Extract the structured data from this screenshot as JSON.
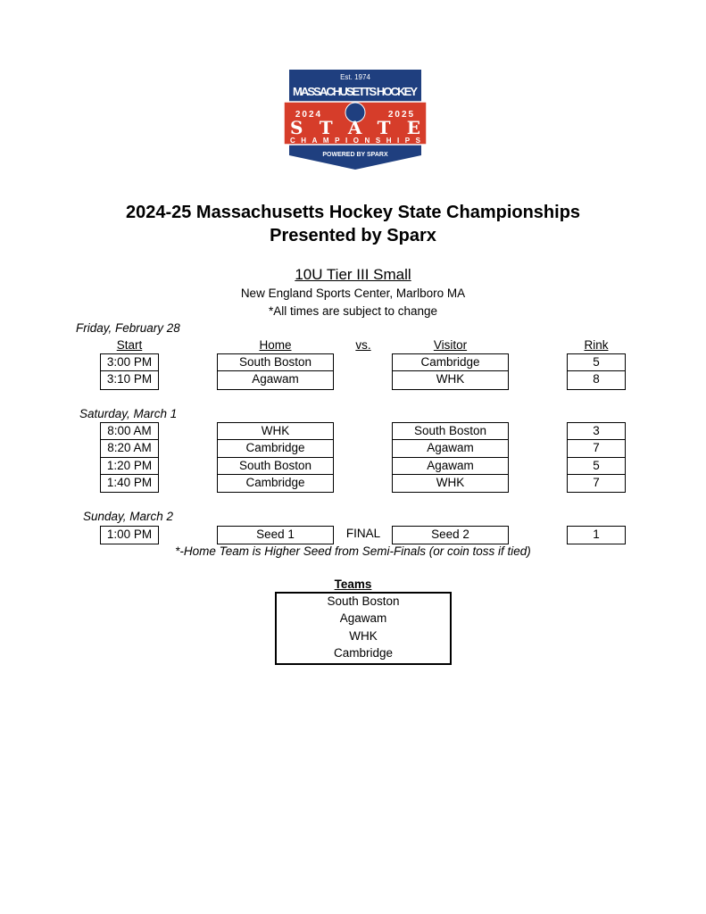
{
  "logo": {
    "est": "Est. 1974",
    "org": "MASSACHUSETTS HOCKEY",
    "year_left": "2024",
    "year_right": "2025",
    "state": "STATE",
    "champ": "CHAMPIONSHIPS",
    "powered": "POWERED BY SPARX",
    "colors": {
      "blue": "#1f3f7f",
      "red": "#d63d2a"
    }
  },
  "title_line1": "2024-25 Massachusetts Hockey State Championships",
  "title_line2": "Presented by Sparx",
  "division": "10U Tier III Small",
  "venue": "New England Sports Center, Marlboro MA",
  "disclaimer": "*All times are subject to change",
  "headers": {
    "start": "Start",
    "home": "Home",
    "vs": "vs.",
    "visitor": "Visitor",
    "rink": "Rink"
  },
  "days": [
    {
      "label": "Friday, February 28",
      "games": [
        {
          "start": "3:00 PM",
          "home": "South Boston",
          "visitor": "Cambridge",
          "rink": "5"
        },
        {
          "start": "3:10 PM",
          "home": "Agawam",
          "visitor": "WHK",
          "rink": "8"
        }
      ]
    },
    {
      "label": "Saturday, March 1",
      "games": [
        {
          "start": "8:00 AM",
          "home": "WHK",
          "visitor": "South Boston",
          "rink": "3"
        },
        {
          "start": "8:20 AM",
          "home": "Cambridge",
          "visitor": "Agawam",
          "rink": "7"
        },
        {
          "start": "1:20 PM",
          "home": "South Boston",
          "visitor": "Agawam",
          "rink": "5"
        },
        {
          "start": "1:40 PM",
          "home": "Cambridge",
          "visitor": "WHK",
          "rink": "7"
        }
      ]
    },
    {
      "label": "Sunday, March 2",
      "games": [
        {
          "start": "1:00 PM",
          "home": "Seed 1",
          "vs": "FINAL",
          "visitor": "Seed 2",
          "rink": "1"
        }
      ]
    }
  ],
  "final_note": "*-Home Team is Higher Seed from Semi-Finals (or coin toss if tied)",
  "teams": {
    "title": "Teams",
    "list": [
      "South Boston",
      "Agawam",
      "WHK",
      "Cambridge"
    ]
  }
}
